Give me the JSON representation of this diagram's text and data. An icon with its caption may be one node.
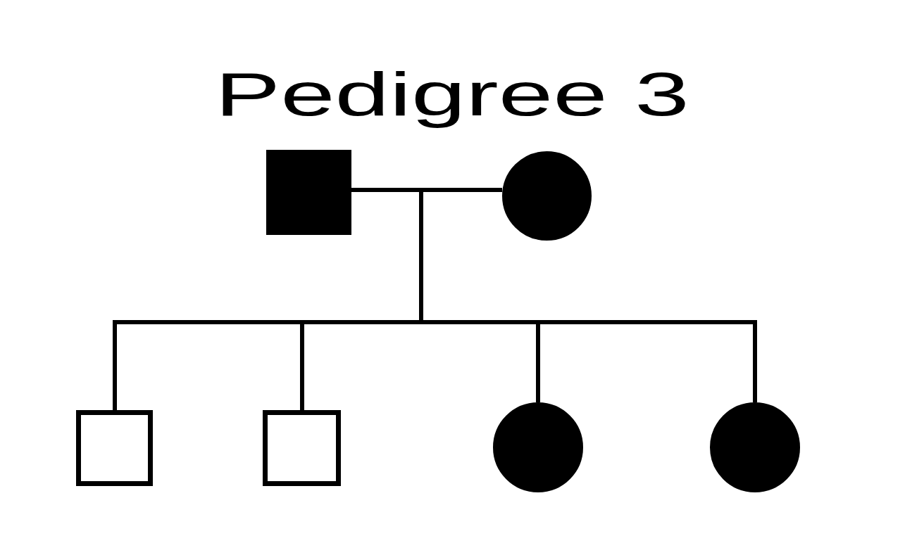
{
  "diagram": {
    "title": "Pedigree 3",
    "nodes": [
      {
        "text": [],
        "shape": "block"
      },
      {
        "text": [],
        "shape": "disc"
      },
      {
        "text": [],
        "shape": "box"
      },
      {
        "text": [],
        "shape": "box"
      },
      {
        "text": [],
        "shape": "disc"
      },
      {
        "text": [],
        "shape": "disc"
      }
    ],
    "edges": [
      {
        "from": 0,
        "to": 1,
        "arrow": "none"
      },
      {
        "from": 0,
        "to": 2,
        "arrow": "none"
      },
      {
        "from": 0,
        "to": 3,
        "arrow": "none"
      },
      {
        "from": 0,
        "to": 4,
        "arrow": "none"
      },
      {
        "from": 0,
        "to": 5,
        "arrow": "none"
      },
      {
        "from": 1,
        "to": 2,
        "arrow": "none"
      },
      {
        "from": 1,
        "to": 3,
        "arrow": "none"
      },
      {
        "from": 1,
        "to": 4,
        "arrow": "none"
      },
      {
        "from": 1,
        "to": 5,
        "arrow": "none"
      }
    ]
  }
}
